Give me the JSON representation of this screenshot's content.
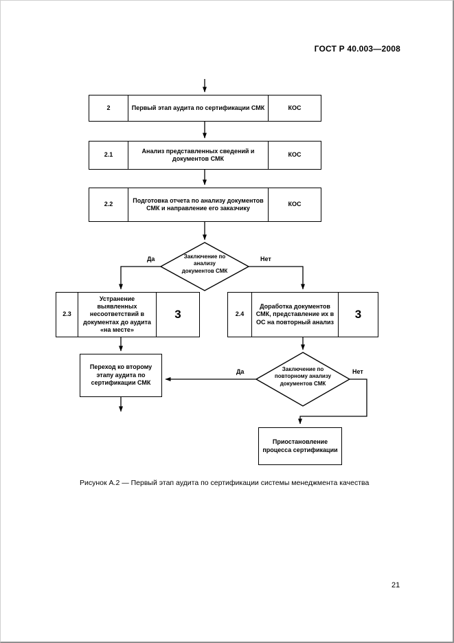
{
  "page": {
    "header": "ГОСТ Р 40.003—2008",
    "page_number": "21",
    "caption": "Рисунок А.2 — Первый этап аудита по сертификации системы менеджмента качества"
  },
  "flowchart": {
    "step2": {
      "num": "2",
      "label": "Первый этап аудита по сертификации СМК",
      "side": "КОС"
    },
    "step2_1": {
      "num": "2.1",
      "label": "Анализ представленных сведений и документов СМК",
      "side": "КОС"
    },
    "step2_2": {
      "num": "2.2",
      "label": "Подготовка отчета по анализу документов СМК и направление его заказчику",
      "side": "КОС"
    },
    "decision1": {
      "label": "Заключение по анализу документов СМК",
      "yes": "Да",
      "no": "Нет"
    },
    "step2_3": {
      "num": "2.3",
      "label": "Устранение выявленных несоответствий в документах до аудита «на месте»",
      "side": "3"
    },
    "step2_4": {
      "num": "2.4",
      "label": "Доработка документов СМК, представление их в ОС на повторный анализ",
      "side": "3"
    },
    "decision2": {
      "label": "Заключение по повторному анализу документов СМК",
      "yes": "Да",
      "no": "Нет"
    },
    "transition": {
      "label": "Переход ко второму этапу аудита по сертификации СМК"
    },
    "suspension": {
      "label": "Приостановление процесса сертификации"
    }
  }
}
